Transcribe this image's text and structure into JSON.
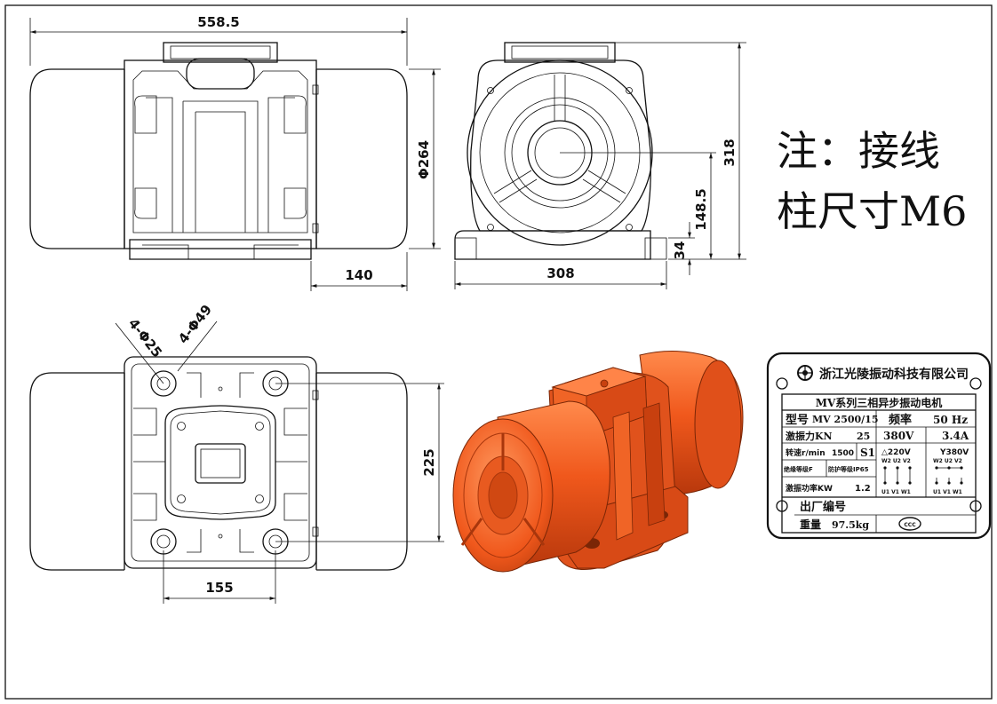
{
  "dimensions": {
    "overall_length": "558.5",
    "diameter": "Φ264",
    "offset_140": "140",
    "width_308": "308",
    "height_318": "318",
    "height_148_5": "148.5",
    "base_34": "34",
    "holes_small": "4-Φ25",
    "holes_large": "4-Φ49",
    "spacing_225": "225",
    "spacing_155": "155"
  },
  "note": {
    "line1": "注：接线",
    "line2": "柱尺寸M6"
  },
  "nameplate": {
    "company": "浙江光陵振动科技有限公司",
    "series_title": "MV系列三相异步振动电机",
    "model_label": "型号",
    "model_value": "MV 2500/15",
    "freq_label": "频率",
    "freq_value": "50 Hz",
    "force_label": "激振力KN",
    "force_value": "25",
    "voltage": "380V",
    "current": "3.4A",
    "speed_label": "转速r/min",
    "speed_value": "1500",
    "duty": "S1",
    "delta_label": "△220V",
    "wye_label": "Y380V",
    "delta_top_terminals": "W2 U2 V2",
    "delta_bottom_terminals": "U1 V1 W1",
    "wye_top_terminals": "W2 U2 V2",
    "wye_bottom_terminals": "U1 V1 W1",
    "insulation": "绝缘等级F",
    "protection": "防护等级IP65",
    "power_label": "激振功率KW",
    "power_value": "1.2",
    "serial_label": "出厂编号",
    "weight_label": "重量",
    "weight_value": "97.5kg",
    "cert_mark": "CCC"
  },
  "colors": {
    "motor_orange": "#F0581C",
    "motor_highlight": "#FF8A4C",
    "motor_shadow": "#B8380C"
  }
}
